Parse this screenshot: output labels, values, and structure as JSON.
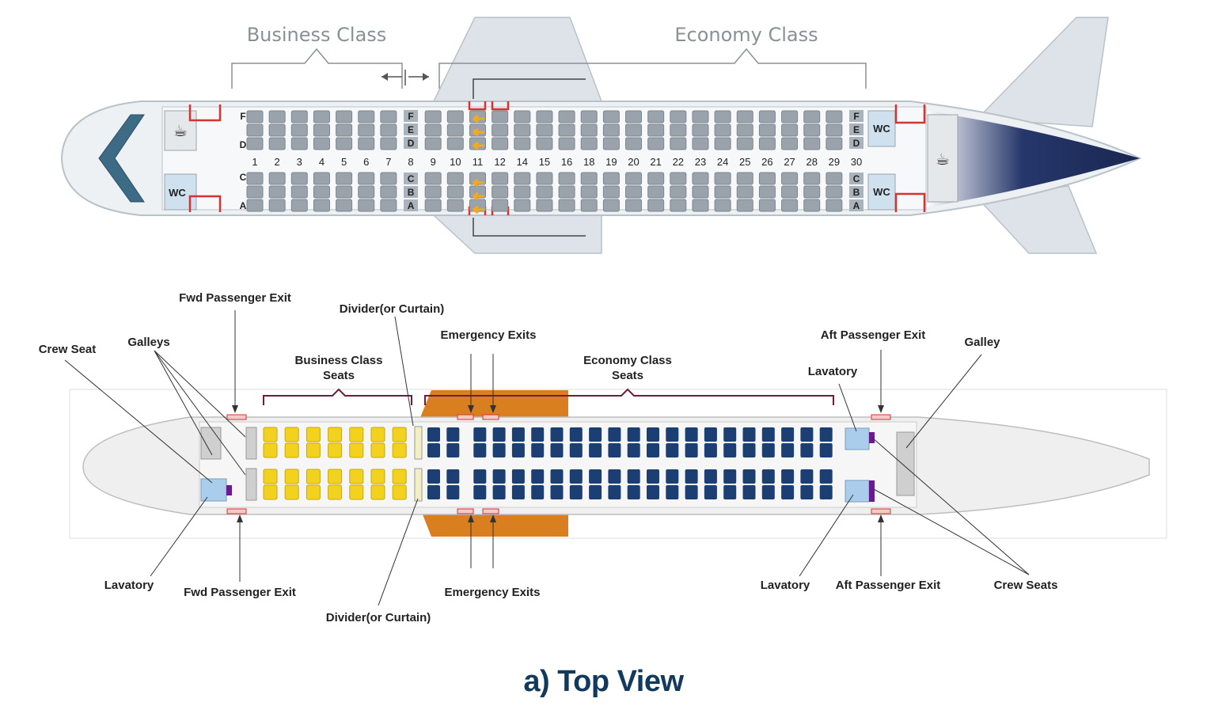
{
  "top_view": {
    "class_labels": {
      "business": "Business Class",
      "economy": "Economy Class"
    },
    "row_numbers": [
      "1",
      "2",
      "3",
      "4",
      "5",
      "6",
      "7",
      "8",
      "9",
      "10",
      "11",
      "12",
      "14",
      "15",
      "16",
      "18",
      "19",
      "20",
      "21",
      "22",
      "23",
      "24",
      "25",
      "26",
      "27",
      "28",
      "29",
      "30"
    ],
    "left_letters": [
      "F",
      "D",
      "C",
      "A"
    ],
    "divider_letters_upper": [
      "F",
      "E",
      "D"
    ],
    "divider_letters_lower": [
      "C",
      "B",
      "A"
    ],
    "rear_letters_upper": [
      "F",
      "E",
      "D"
    ],
    "rear_letters_lower": [
      "C",
      "B",
      "A"
    ],
    "wc_label": "WC"
  },
  "layout_view": {
    "labels": {
      "fwd_exit_top": "Fwd Passenger Exit",
      "divider_top": "Divider(or Curtain)",
      "crew_seat": "Crew Seat",
      "galleys": "Galleys",
      "business_seats_line1": "Business Class",
      "business_seats_line2": "Seats",
      "emergency_exits_top": "Emergency Exits",
      "economy_seats_line1": "Economy Class",
      "economy_seats_line2": "Seats",
      "aft_exit_top": "Aft Passenger Exit",
      "galley": "Galley",
      "lavatory_top": "Lavatory",
      "lavatory_bottom_left": "Lavatory",
      "fwd_exit_bottom": "Fwd Passenger Exit",
      "divider_bottom": "Divider(or Curtain)",
      "emergency_exits_bottom": "Emergency Exits",
      "lavatory_bottom_right": "Lavatory",
      "aft_exit_bottom": "Aft Passenger Exit",
      "crew_seats": "Crew Seats"
    }
  },
  "caption": "a) Top View",
  "colors": {
    "business_seat": "#f2d21f",
    "economy_seat": "#1b3e73",
    "wing": "#d97f1f",
    "exit_marker": "#d63333",
    "lavatory": "#a9cdea",
    "crew_seat": "#6a1b8f",
    "caption": "#123a5c"
  }
}
